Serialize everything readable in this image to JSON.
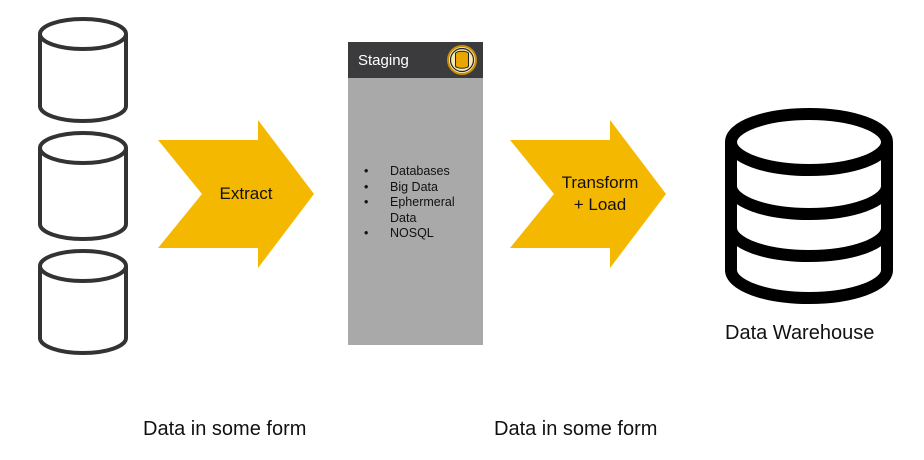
{
  "source": {
    "icon": "database-cylinder-icon",
    "count": 3,
    "caption": "Data in some form"
  },
  "extract": {
    "label": "Extract",
    "color": "#f5b800"
  },
  "staging": {
    "title": "Staging",
    "icon": "database-coin-icon",
    "items": [
      "Databases",
      "Big Data",
      "Ephermeral Data",
      "NOSQL"
    ],
    "bullet": "•",
    "panel_color": "#a9a9a9",
    "header_color": "#3b3b3d"
  },
  "transform_load": {
    "label_line1": "Transform",
    "label_line2": "+ Load",
    "caption": "Data in some form",
    "color": "#f5b800"
  },
  "warehouse": {
    "icon": "database-stack-icon",
    "label": "Data Warehouse"
  }
}
